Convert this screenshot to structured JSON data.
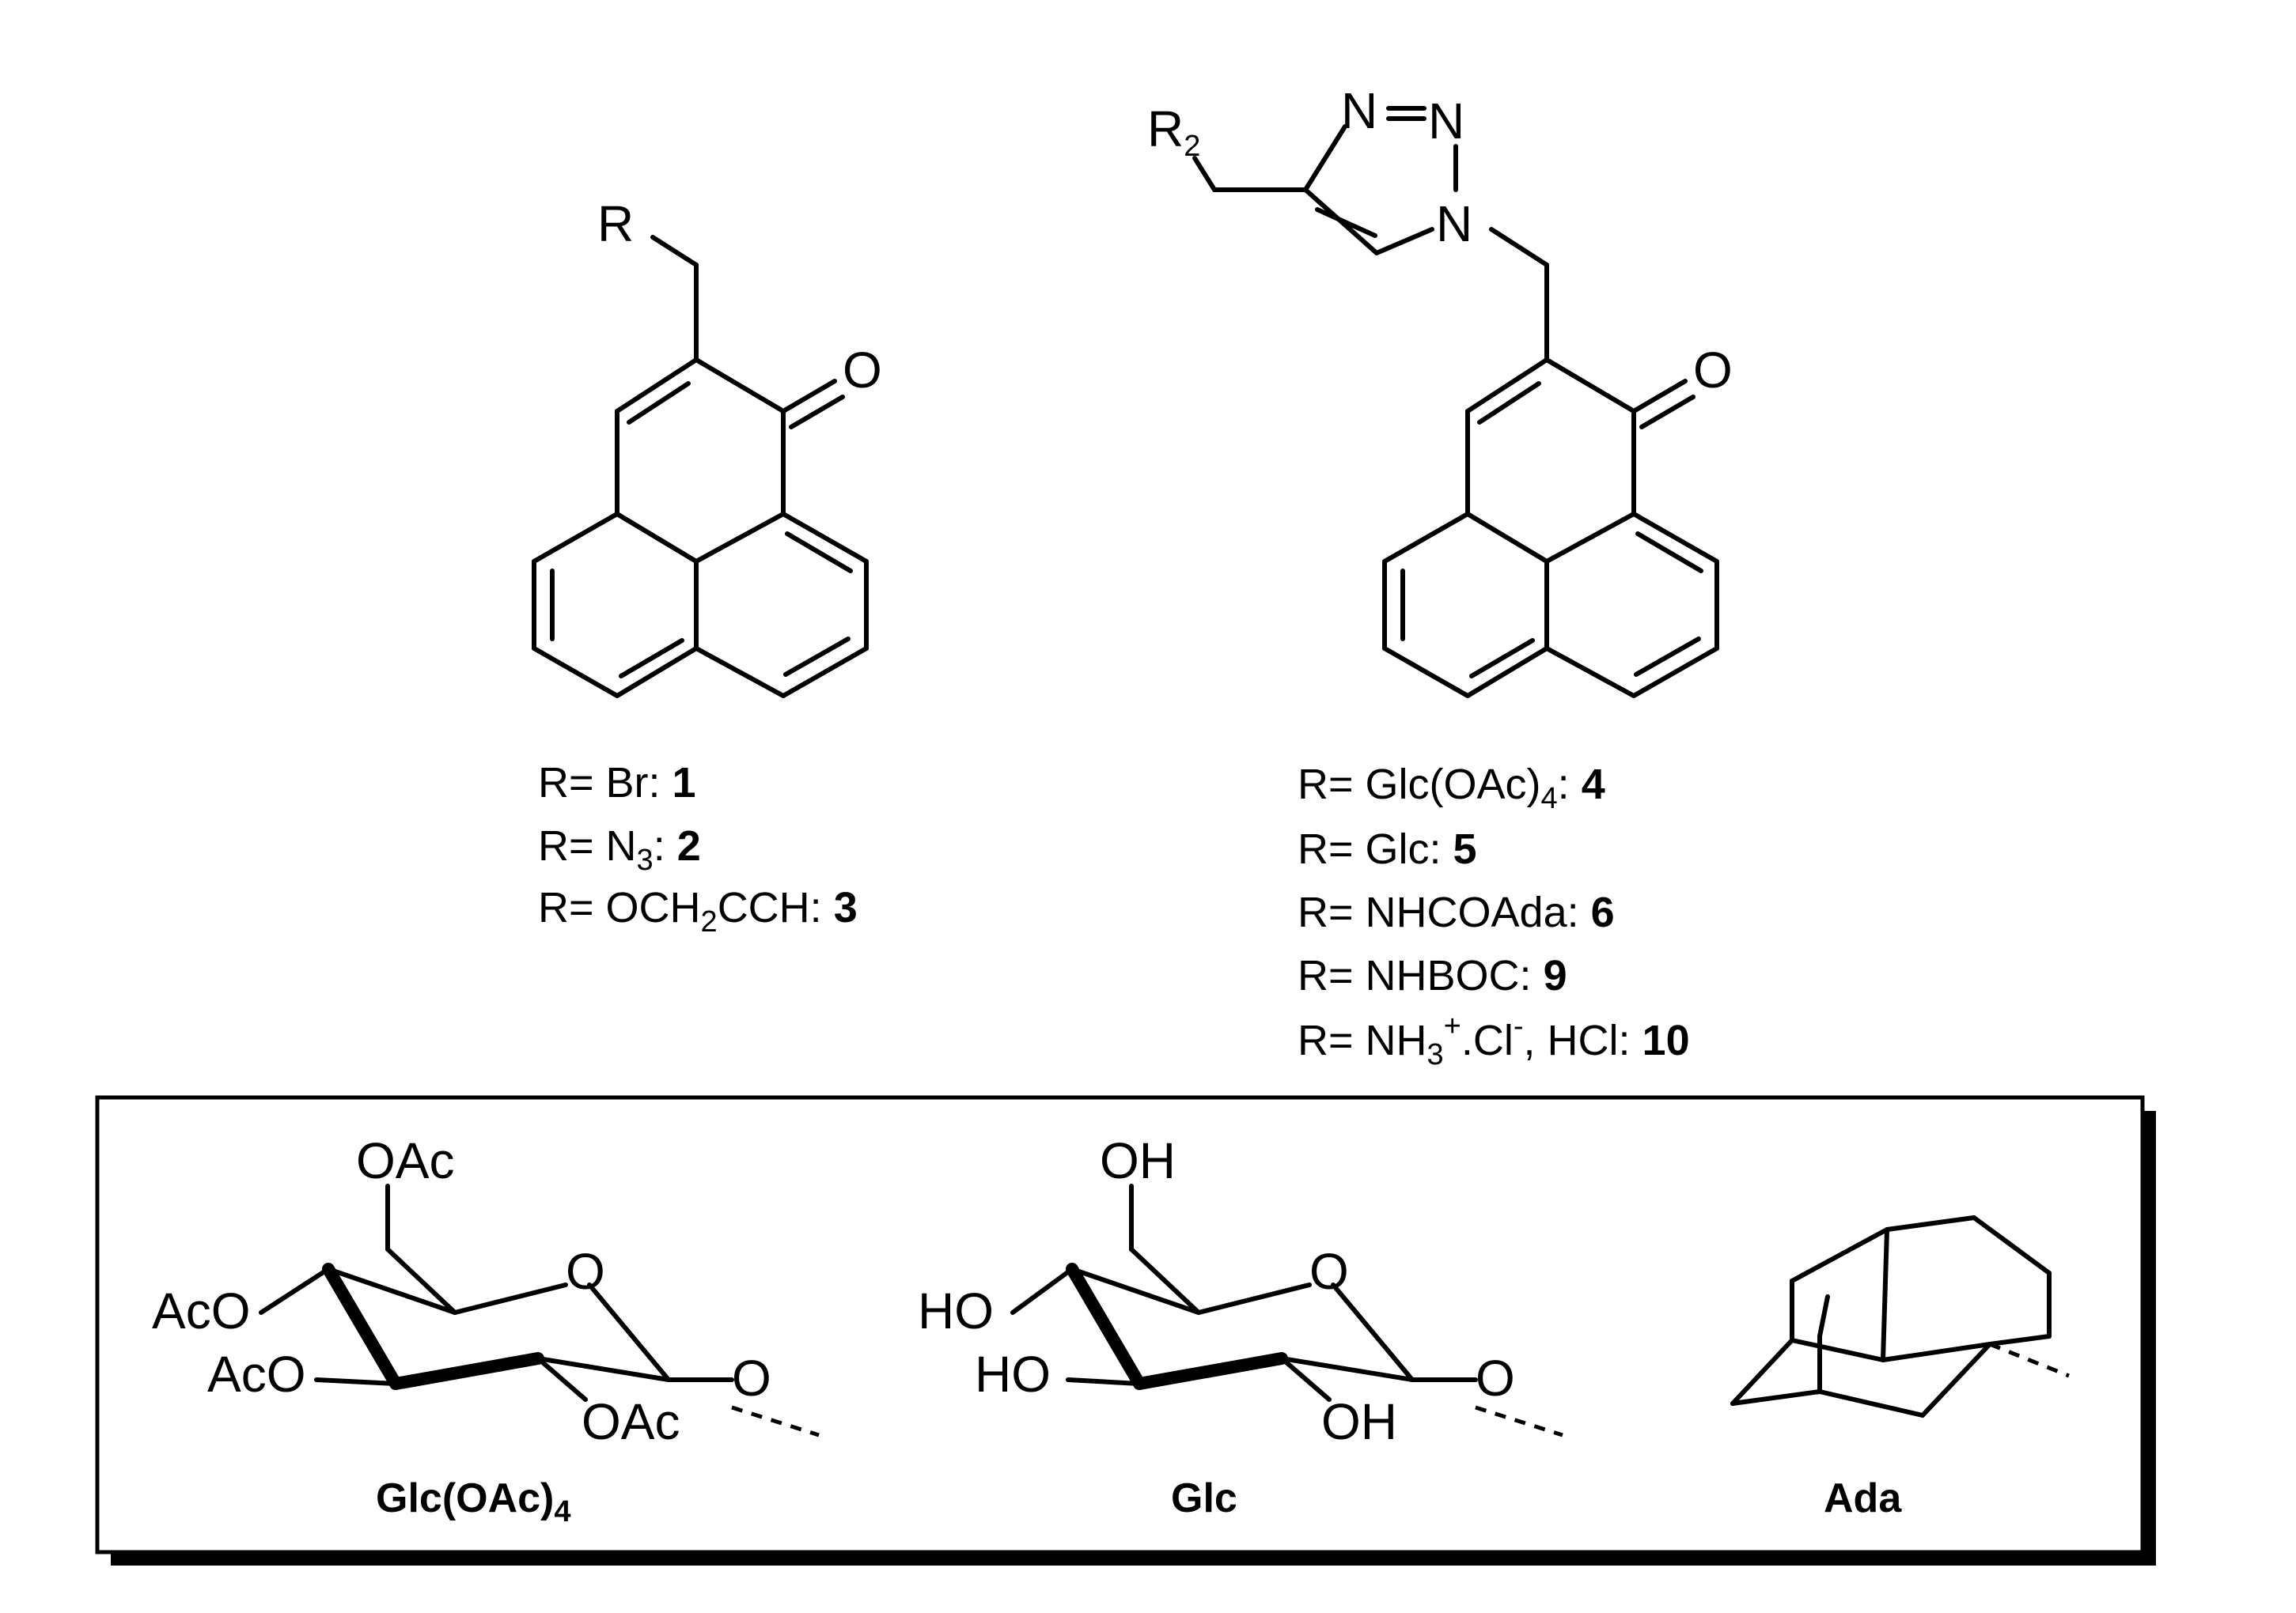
{
  "compound_left": {
    "substituent": "R",
    "carbonyl": "O",
    "entries": [
      {
        "prefix": "R= Br: ",
        "number": "1"
      },
      {
        "prefix": "R= N",
        "sub": "3",
        "suffix": ": ",
        "number": "2"
      },
      {
        "prefix": "R= OCH",
        "sub": "2",
        "suffix": "CCH: ",
        "number": "3"
      }
    ]
  },
  "compound_right": {
    "substituent": "R",
    "substituent_sub": "2",
    "triazole_n1": "N",
    "triazole_n2": "N",
    "triazole_n3": "N",
    "carbonyl": "O",
    "entries": [
      {
        "prefix": "R= Glc(OAc)",
        "sub": "4",
        "suffix": ": ",
        "number": "4"
      },
      {
        "prefix": "R= Glc: ",
        "number": "5"
      },
      {
        "prefix": "R= NHCOAda: ",
        "number": "6"
      },
      {
        "prefix": "R= NHBOC: ",
        "number": "9"
      },
      {
        "prefix": "R= NH",
        "sub": "3",
        "sup": "+",
        "mid": ".Cl",
        "sup2": "-",
        "suffix": ", HCl: ",
        "number": "10"
      }
    ]
  },
  "legend": {
    "glc_oac": {
      "caption": "Glc(OAc)",
      "caption_sub": "4",
      "top": "OAc",
      "ring_o": "O",
      "left1": "AcO",
      "left2": "AcO",
      "bottom": "OAc",
      "anomeric": "O"
    },
    "glc": {
      "caption": "Glc",
      "top": "OH",
      "ring_o": "O",
      "left1": "HO",
      "left2": "HO",
      "bottom": "OH",
      "anomeric": "O"
    },
    "ada": {
      "caption": "Ada"
    }
  }
}
